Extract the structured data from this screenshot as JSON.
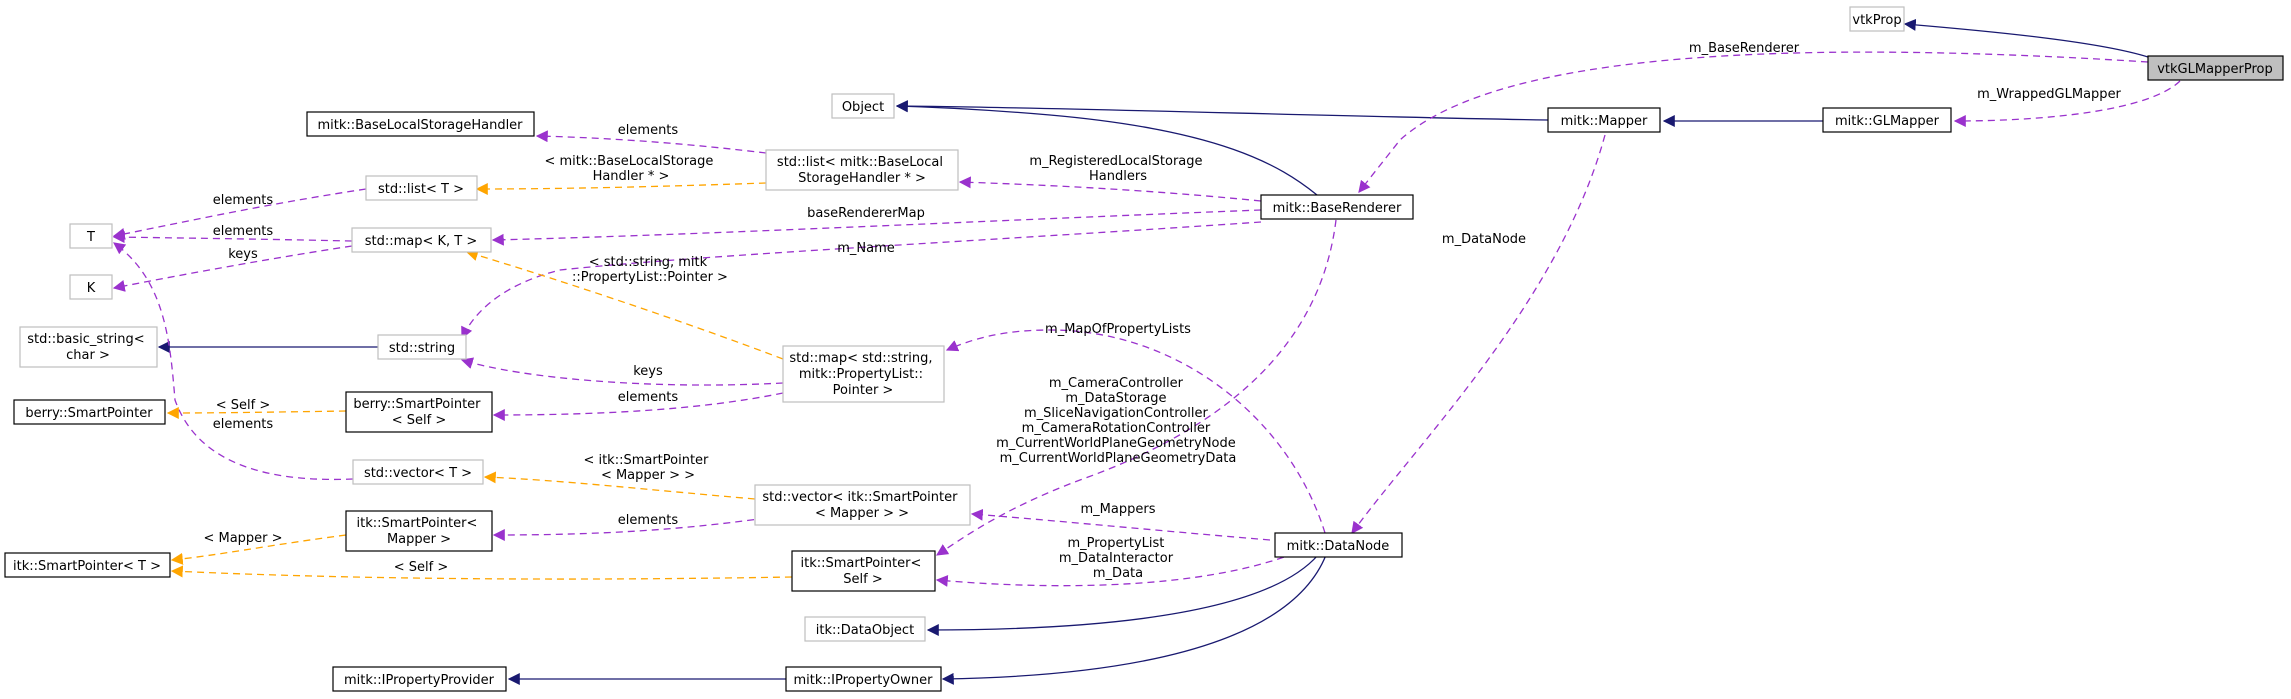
{
  "colors": {
    "inheritance": "#191970",
    "usage": "#9a32cd",
    "template": "#ffa500",
    "focus_fill": "#bfbfbf",
    "gray_border": "#bfbfbf"
  },
  "nodes": {
    "vtkProp": "vtkProp",
    "vtkGLMapperProp": "vtkGLMapperProp",
    "mitkGLMapper": "mitk::GLMapper",
    "mitkMapper": "mitk::Mapper",
    "object": "Object",
    "mitkBaseRenderer": "mitk::BaseRenderer",
    "baseLocalStorageHandler": "mitk::BaseLocalStorageHandler",
    "stdListBaseLocal": [
      "std::list< mitk::BaseLocal",
      "StorageHandler * >"
    ],
    "stdListT": "std::list< T >",
    "T": "T",
    "stdMapKT": "std::map< K, T >",
    "K": "K",
    "basicString": [
      "std::basic_string<",
      "char >"
    ],
    "stdString": "std::string",
    "stdMapPropertyList": [
      "std::map< std::string,",
      "mitk::PropertyList::",
      "Pointer >"
    ],
    "berrySmartPointer": "berry::SmartPointer",
    "berrySmartPointerSelf": [
      "berry::SmartPointer",
      "< Self >"
    ],
    "stdVectorT": "std::vector< T >",
    "stdVectorItkMapper": [
      "std::vector< itk::SmartPointer",
      "< Mapper > >"
    ],
    "itkSmartPointerMapper": [
      "itk::SmartPointer<",
      "Mapper >"
    ],
    "itkSmartPointerT": "itk::SmartPointer< T >",
    "itkSmartPointerSelf": [
      "itk::SmartPointer<",
      "Self >"
    ],
    "mitkDataNode": "mitk::DataNode",
    "itkDataObject": "itk::DataObject",
    "mitkIPropertyProvider": "mitk::IPropertyProvider",
    "mitkIPropertyOwner": "mitk::IPropertyOwner"
  },
  "edge_labels": {
    "mBaseRenderer": "m_BaseRenderer",
    "mWrappedGLMapper": "m_WrappedGLMapper",
    "elementsBLSH": "elements",
    "mRegisteredLocalStorage": [
      "m_RegisteredLocalStorage",
      "Handlers"
    ],
    "mitkBaseLocalStorageTemplate": [
      "< mitk::BaseLocalStorage",
      "Handler * >"
    ],
    "elementsListT": "elements",
    "elementsMapT": "elements",
    "baseRendererMap": "baseRendererMap",
    "keysK": "keys",
    "mName": "m_Name",
    "stdStringMitkTemplate": [
      "< std::string, mitk",
      "::PropertyList::Pointer >"
    ],
    "mDataNode": "m_DataNode",
    "mMapOfPropertyLists": "m_MapOfPropertyLists",
    "keysString": "keys",
    "elementsBerry": "elements",
    "selfBerry": "< Self >",
    "elementsVectorT": "elements",
    "cameraGroup": [
      "m_CameraController",
      "m_DataStorage",
      "m_SliceNavigationController",
      "m_CameraRotationController",
      "m_CurrentWorldPlaneGeometryNode",
      "m_CurrentWorldPlaneGeometryData"
    ],
    "itkSmartPointerMapperTemplate": [
      "< itk::SmartPointer",
      "< Mapper > >"
    ],
    "mMappers": "m_Mappers",
    "elementsItkMapper": "elements",
    "mapperTemplate": "< Mapper >",
    "propertyGroup": [
      "m_PropertyList",
      "m_DataInteractor",
      "m_Data"
    ],
    "selfItk": "< Self >"
  }
}
